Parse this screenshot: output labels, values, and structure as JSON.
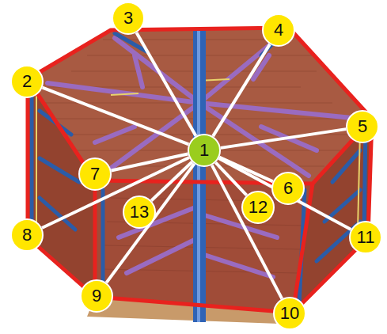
{
  "diagram": {
    "nodes": [
      {
        "text": [
          "1"
        ]
      },
      {
        "text": [
          "2"
        ]
      },
      {
        "text": [
          "3"
        ]
      },
      {
        "text": [
          "4"
        ]
      },
      {
        "text": [
          "5"
        ]
      },
      {
        "text": [
          "6"
        ]
      },
      {
        "text": [
          "7"
        ]
      },
      {
        "text": [
          "8"
        ]
      },
      {
        "text": [
          "9"
        ]
      },
      {
        "text": [
          "10"
        ]
      },
      {
        "text": [
          "11"
        ]
      },
      {
        "text": [
          "12"
        ]
      },
      {
        "text": [
          "13"
        ]
      }
    ],
    "edges": [
      {
        "from": 0,
        "to": 1,
        "arrow": "none"
      },
      {
        "from": 0,
        "to": 2,
        "arrow": "none"
      },
      {
        "from": 0,
        "to": 3,
        "arrow": "none"
      },
      {
        "from": 0,
        "to": 4,
        "arrow": "none"
      },
      {
        "from": 0,
        "to": 5,
        "arrow": "none"
      },
      {
        "from": 0,
        "to": 6,
        "arrow": "none"
      },
      {
        "from": 0,
        "to": 7,
        "arrow": "none"
      },
      {
        "from": 0,
        "to": 8,
        "arrow": "none"
      },
      {
        "from": 0,
        "to": 9,
        "arrow": "none"
      },
      {
        "from": 0,
        "to": 10,
        "arrow": "none"
      },
      {
        "from": 0,
        "to": 11,
        "arrow": "none"
      },
      {
        "from": 0,
        "to": 12,
        "arrow": "none"
      }
    ]
  }
}
